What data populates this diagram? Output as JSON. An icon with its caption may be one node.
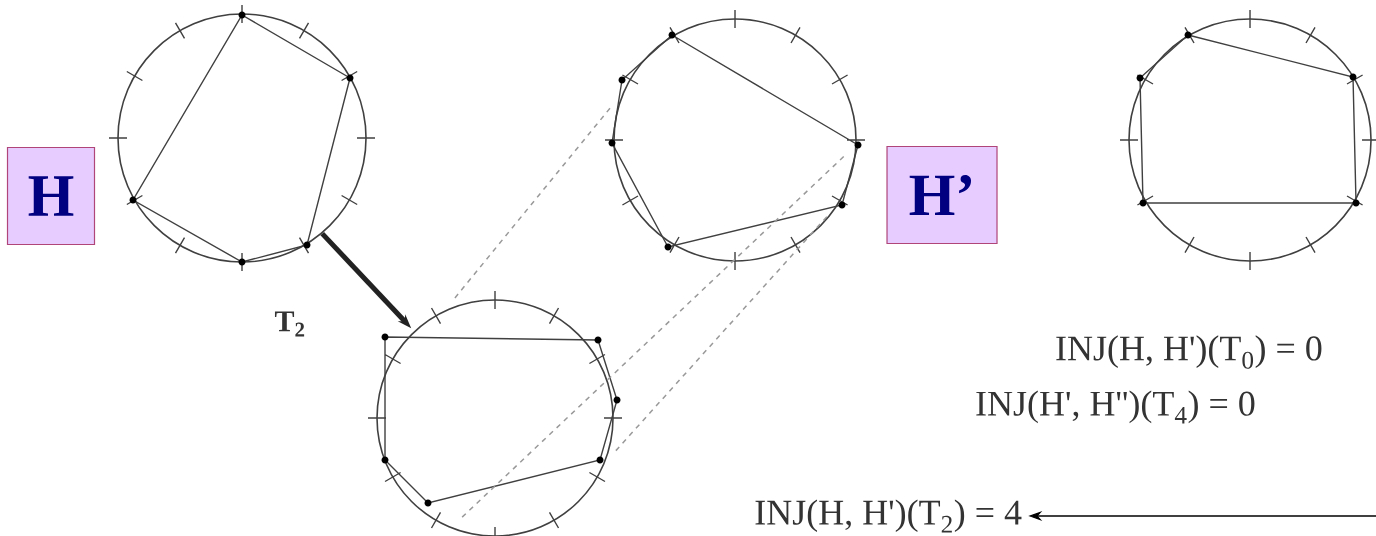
{
  "diagram": {
    "nodes": [
      {
        "text": [
          "H"
        ]
      },
      {
        "text": [],
        "shape": "circle"
      },
      {
        "text": [],
        "shape": "circle"
      },
      {
        "text": [
          "H’"
        ]
      },
      {
        "text": [],
        "shape": "circle"
      },
      {
        "text": [],
        "shape": "circle",
        "beside": [
          "T$_{2}$"
        ]
      },
      {
        "text": [
          "INJ(H, H')(T$_{2}$) = 4"
        ]
      }
    ],
    "edges": [
      {
        "from": 1,
        "to": 5,
        "arrow": "to",
        "style": "thick",
        "color": "#222222"
      },
      {
        "from": 5,
        "to": 2,
        "arrow": "none",
        "style": "dashed",
        "color": "#999999"
      },
      {
        "from": 5,
        "to": 2,
        "arrow": "none",
        "style": "dashed",
        "color": "#999999"
      },
      {
        "from": 5,
        "to": 2,
        "arrow": "none",
        "style": "dashed",
        "color": "#999999"
      },
      {
        "from": null,
        "to": 6,
        "arrow": "to",
        "color": "#000000"
      }
    ],
    "labels": [
      "INJ(H, H')(T$_{0}$) = 0",
      "INJ(H', H'')(T$_{4}$) = 0"
    ]
  }
}
